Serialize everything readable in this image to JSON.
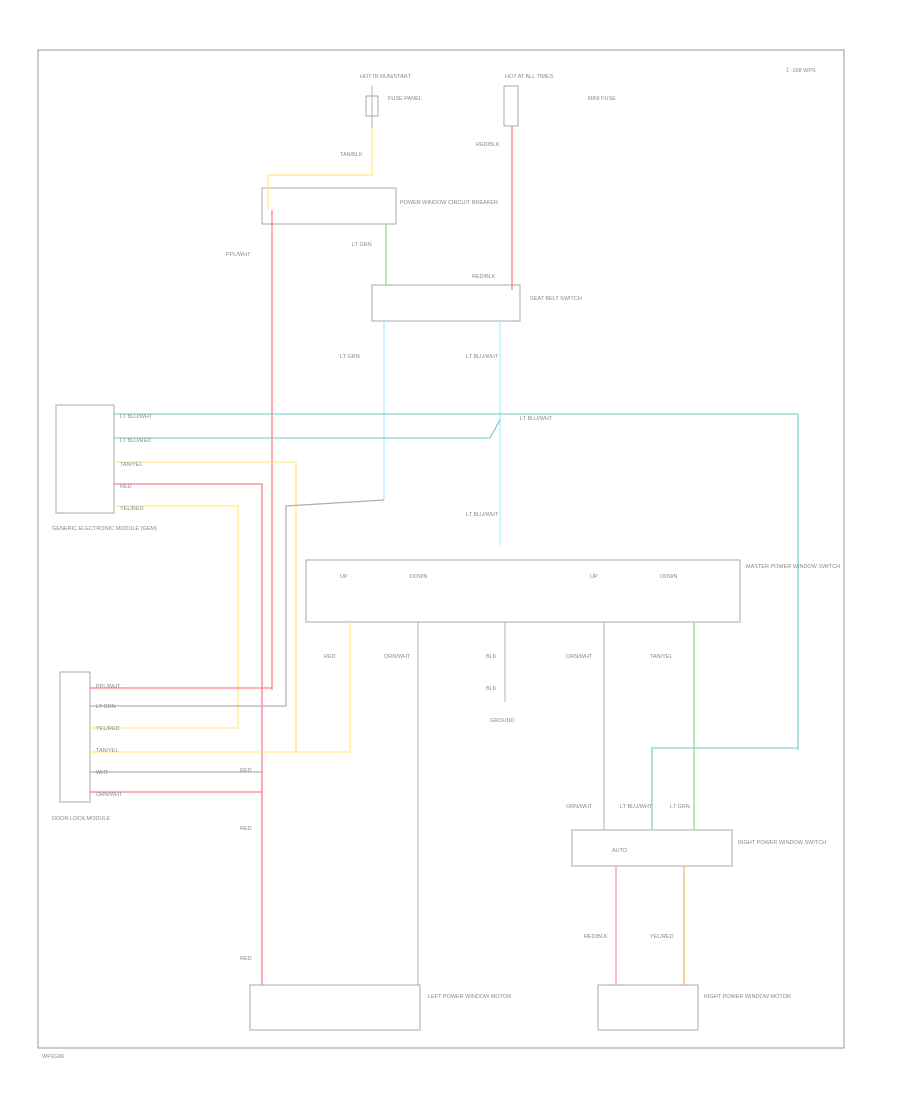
{
  "diagram": {
    "corner_code": "1 ·168 WPS",
    "footer_code": "WF9G96",
    "labels": {
      "fuse_left": "HOT IN RUN/START",
      "fuse_left_desc": "FUSE PANEL",
      "fuse_right": "HOT AT ALL TIMES",
      "fuse_right_desc": "MINI FUSE",
      "pwr_window_cb": "POWER WINDOW CIRCUIT BREAKER",
      "wire_tan_blk": "TAN/BLK",
      "wire_red_blk": "RED/BLK",
      "wire_ppl_wht": "PPL/WHT",
      "wire_lt_grn": "LT GRN",
      "wire_lt_blu": "LT BLU/WHT",
      "wire_tan_yel": "TAN/YEL",
      "wire_yel_red": "YEL/RED",
      "wire_red": "RED",
      "wire_wht": "WHT",
      "wire_blk": "BLK",
      "wire_orn_wht": "ORN/WHT",
      "wire_lt_blu_red": "LT BLU/RED",
      "seat_switch": "SEAT BELT SWITCH",
      "master_switch": "MASTER POWER WINDOW SWITCH",
      "lock_module": "DOOR LOCK MODULE",
      "ground": "GROUND",
      "door_switch": "RIGHT POWER WINDOW SWITCH",
      "left_motor": "LEFT POWER WINDOW MOTOR",
      "right_motor": "RIGHT POWER WINDOW MOTOR",
      "left_module": "GENERIC ELECTRONIC MODULE (GEM)",
      "up": "UP",
      "down": "DOWN",
      "auto": "AUTO"
    }
  }
}
